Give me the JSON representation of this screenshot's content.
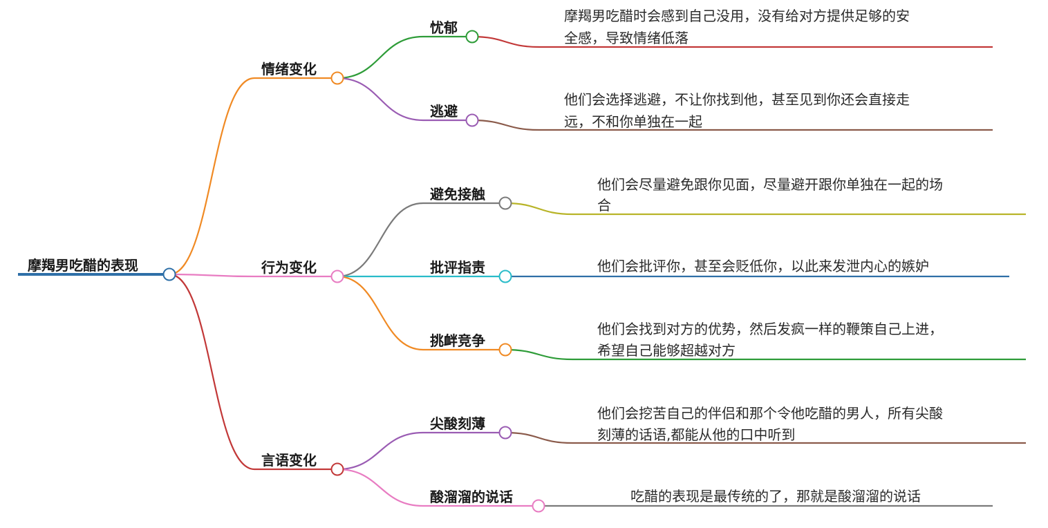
{
  "root": {
    "label": "摩羯男吃醋的表现",
    "color": "#2e6fa7"
  },
  "branches": [
    {
      "label": "情绪变化",
      "color": "#f08a24",
      "children": [
        {
          "label": "忧郁",
          "color": "#2e9c38",
          "desc_color": "#c23838",
          "desc": [
            "摩羯男吃醋时会感到自己没用，没有给对方提供足够的安",
            "全感，导致情绪低落"
          ]
        },
        {
          "label": "逃避",
          "color": "#9a5cb3",
          "desc_color": "#8a5a4a",
          "desc": [
            "他们会选择逃避，不让你找到他，甚至见到你还会直接走",
            "远，不和你单独在一起"
          ]
        }
      ]
    },
    {
      "label": "行为变化",
      "color": "#e87cc2",
      "children": [
        {
          "label": "避免接触",
          "color": "#7a7a7a",
          "desc_color": "#b8b428",
          "desc": [
            "他们会尽量避免跟你见面，尽量避开跟你单独在一起的场",
            "合"
          ]
        },
        {
          "label": "批评指责",
          "color": "#29bcc9",
          "desc_color": "#2e6fa7",
          "desc": [
            "他们会批评你，甚至会贬低你，以此来发泄内心的嫉妒"
          ]
        },
        {
          "label": "挑衅竞争",
          "color": "#f08a24",
          "desc_color": "#2e9c38",
          "desc": [
            "他们会找到对方的优势，然后发疯一样的鞭策自己上进，",
            "希望自己能够超越对方"
          ]
        }
      ]
    },
    {
      "label": "言语变化",
      "color": "#c23838",
      "children": [
        {
          "label": "尖酸刻薄",
          "color": "#9a5cb3",
          "desc_color": "#8a5a4a",
          "desc": [
            "他们会挖苦自己的伴侣和那个令他吃醋的男人，所有尖酸",
            "刻薄的话语,都能从他的口中听到"
          ]
        },
        {
          "label": "酸溜溜的说话",
          "color": "#e87cc2",
          "desc_color": "#7a7a7a",
          "desc": [
            "吃醋的表现是最传统的了，那就是酸溜溜的说话"
          ]
        }
      ]
    }
  ]
}
